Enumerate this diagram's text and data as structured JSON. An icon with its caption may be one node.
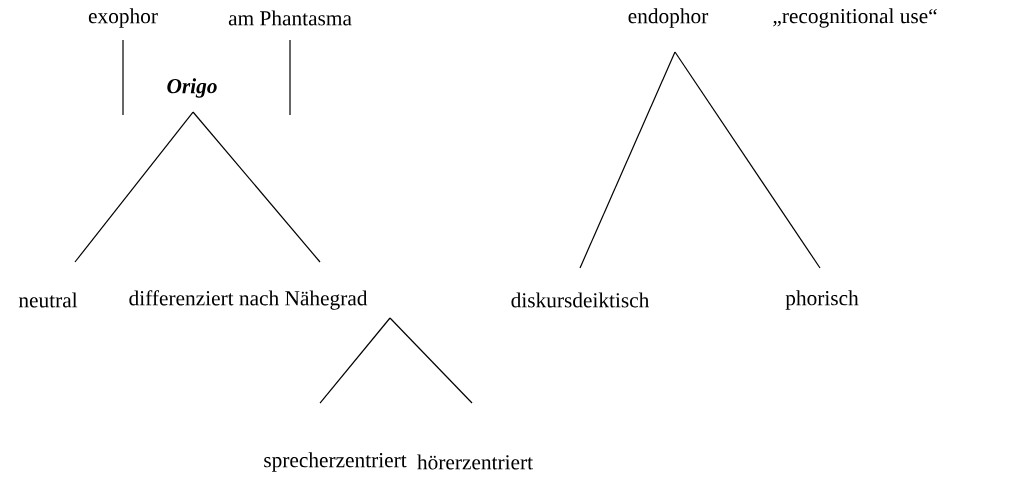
{
  "diagram": {
    "nodes": [
      {
        "text": [
          "exophor"
        ]
      },
      {
        "text": [
          "am Phantasma"
        ]
      },
      {
        "text": [
          "endophor"
        ]
      },
      {
        "text": [
          "„recognitional use“"
        ]
      },
      {
        "text": [
          "Origo"
        ]
      },
      {
        "text": [
          "neutral"
        ]
      },
      {
        "text": [
          "differenziert nach Nähegrad"
        ]
      },
      {
        "text": [
          "diskursdeiktisch"
        ]
      },
      {
        "text": [
          "phorisch"
        ]
      },
      {
        "text": [
          "sprecherzentriert"
        ]
      },
      {
        "text": [
          "hörerzentriert"
        ]
      }
    ],
    "edges": [
      {
        "from": 0,
        "to": null,
        "arrow": "none"
      },
      {
        "from": 1,
        "to": null,
        "arrow": "none"
      },
      {
        "from": 4,
        "to": 5,
        "arrow": "none"
      },
      {
        "from": 4,
        "to": 6,
        "arrow": "none"
      },
      {
        "from": 2,
        "to": 7,
        "arrow": "none"
      },
      {
        "from": 2,
        "to": 8,
        "arrow": "none"
      },
      {
        "from": 6,
        "to": 9,
        "arrow": "none"
      },
      {
        "from": 6,
        "to": 10,
        "arrow": "none"
      }
    ]
  }
}
